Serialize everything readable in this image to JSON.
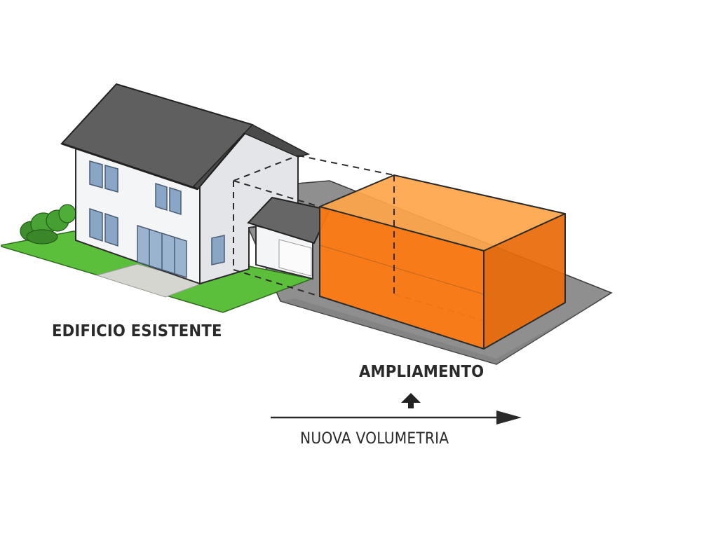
{
  "labels": {
    "existing_building": "EDIFICIO ESISTENTE",
    "extension": "AMPLIAMENTO",
    "new_volume": "NUOVA VOLUMETRIA"
  },
  "colors": {
    "extension_fill": "#ff7a10",
    "lawn": "#5cbf3c",
    "pavement": "#8c8c8c",
    "roof": "#5e5e5e",
    "wall": "#f2f3f5",
    "window": "#8aa6c6",
    "text": "#2a2a2a"
  },
  "icons": {
    "up_arrow": "up-arrow-icon",
    "right_arrow": "right-arrow-icon"
  }
}
